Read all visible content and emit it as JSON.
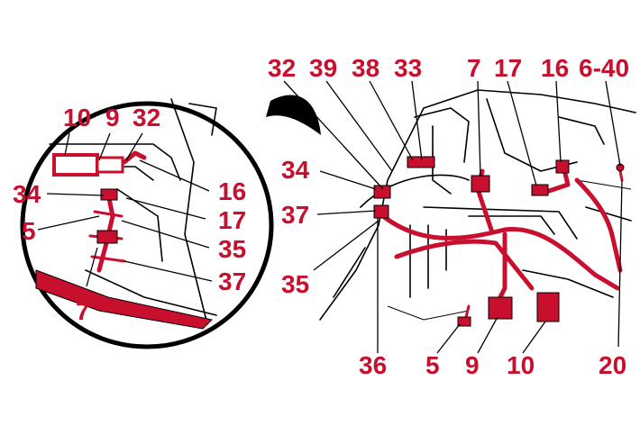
{
  "diagram": {
    "callouts": {
      "c32_inset": "32",
      "c10_inset": "10",
      "c9_inset": "9",
      "c34_inset": "34",
      "c5_inset": "5",
      "c7_inset": "7",
      "c16_inset": "16",
      "c17_inset": "17",
      "c35_inset": "35",
      "c37_inset": "37",
      "c32_main": "32",
      "c39_main": "39",
      "c38_main": "38",
      "c33_main": "33",
      "c7_main": "7",
      "c17_main": "17",
      "c16_main": "16",
      "c6_40_main": "6-40",
      "c34_main": "34",
      "c37_main": "37",
      "c35_main": "35",
      "c36_main": "36",
      "c5_main": "5",
      "c9_main": "9",
      "c10_main": "10",
      "c20_main": "20"
    },
    "colors": {
      "harness": "#c8102e",
      "line_art": "#000000",
      "background": "#ffffff"
    }
  }
}
